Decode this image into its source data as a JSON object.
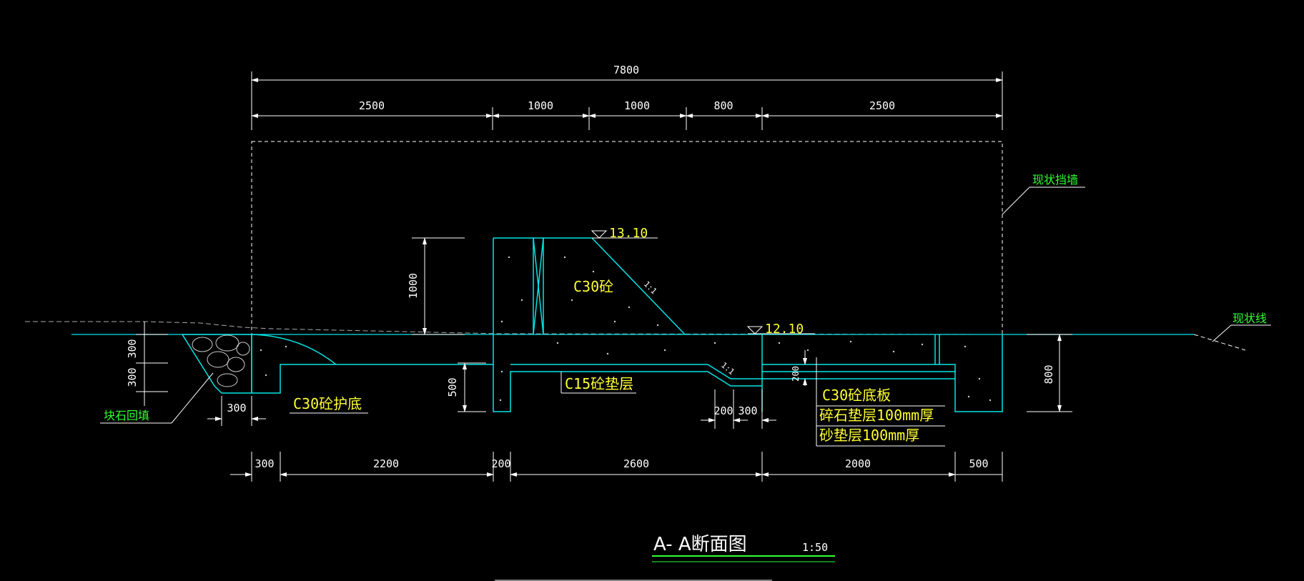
{
  "drawing": {
    "title": "A- A断面图",
    "scale": "1:50"
  },
  "dimensions_top": {
    "total": "7800",
    "seg1": "2500",
    "seg2": "1000",
    "seg3": "1000",
    "seg4": "800",
    "seg5": "2500"
  },
  "dimensions_bottom": {
    "seg1": "300",
    "seg2": "2200",
    "seg3": "200",
    "seg4": "2600",
    "seg5": "2000",
    "seg6": "500"
  },
  "dimensions_other": {
    "height_left": "1000",
    "d300_a": "300",
    "d300_b": "300",
    "d300_c": "300",
    "d500": "500",
    "d200": "200",
    "d300_d": "300",
    "d200_v": "200",
    "d800": "800"
  },
  "elevations": {
    "top": "13.10",
    "mid": "12.10"
  },
  "labels": {
    "existing_wall": "现状挡墙",
    "existing_line": "现状线",
    "stone_fill": "块石回填",
    "c30_concrete": "C30砼",
    "c30_protect_base": "C30砼护底",
    "c15_cushion": "C15砼垫层",
    "c30_floor": "C30砼底板",
    "gravel_layer": "碎石垫层100mm厚",
    "sand_layer": "砂垫层100mm厚",
    "slope_a": "1:1",
    "slope_b": "1:1"
  },
  "colors": {
    "background": "#000000",
    "structure": "#00e5e5",
    "dimension": "#ffffff",
    "label_yellow": "#ffff33",
    "label_green": "#33ff33"
  }
}
